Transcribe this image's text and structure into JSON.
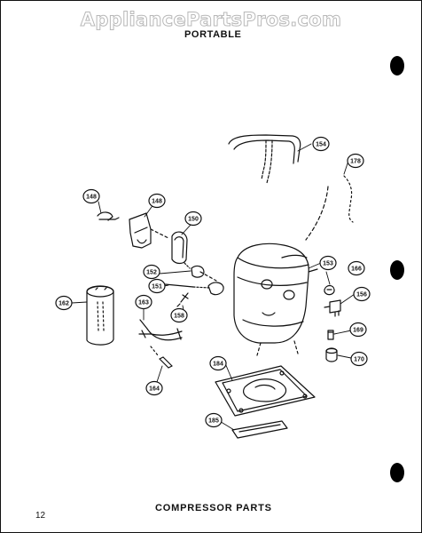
{
  "watermark": "AppliancePartsPros.com",
  "heading": "PORTABLE",
  "caption": "COMPRESSOR PARTS",
  "page_number": "12",
  "callouts": {
    "p148a": "148",
    "p148b": "148",
    "p150": "150",
    "p152": "152",
    "p151": "151",
    "p158": "158",
    "p162": "162",
    "p163": "163",
    "p164": "164",
    "p154": "154",
    "p178": "178",
    "p153": "153",
    "p166": "166",
    "p156": "156",
    "p169": "169",
    "p170": "170",
    "p184": "184",
    "p185": "185"
  }
}
